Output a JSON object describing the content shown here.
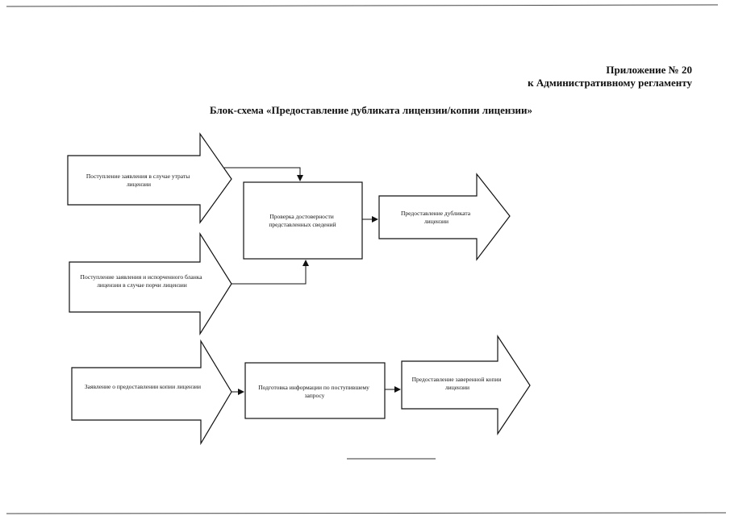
{
  "header": {
    "appendix_number": "Приложение № 20",
    "regulation_ref": "к Административному регламенту"
  },
  "diagram": {
    "title": "Блок-схема «Предоставление дубликата лицензии/копии лицензии»",
    "nodes": {
      "loss_application": [
        "Поступление заявления в случае утраты",
        "лицензии"
      ],
      "damage_application": [
        "Поступление заявления и испорченного бланка",
        "лицензии в случае порчи лицензии"
      ],
      "verification": [
        "Проверка достоверности",
        "представленных сведений"
      ],
      "duplicate_issue": [
        "Предоставление дубликата",
        "лицензии"
      ],
      "copy_application": [
        "Заявление о предоставлении копии лицензии"
      ],
      "info_preparation": [
        "Подготовка информации по поступившему",
        "запросу"
      ],
      "certified_copy_issue": [
        "Предоставление заверенной копии",
        "лицензии"
      ]
    }
  }
}
